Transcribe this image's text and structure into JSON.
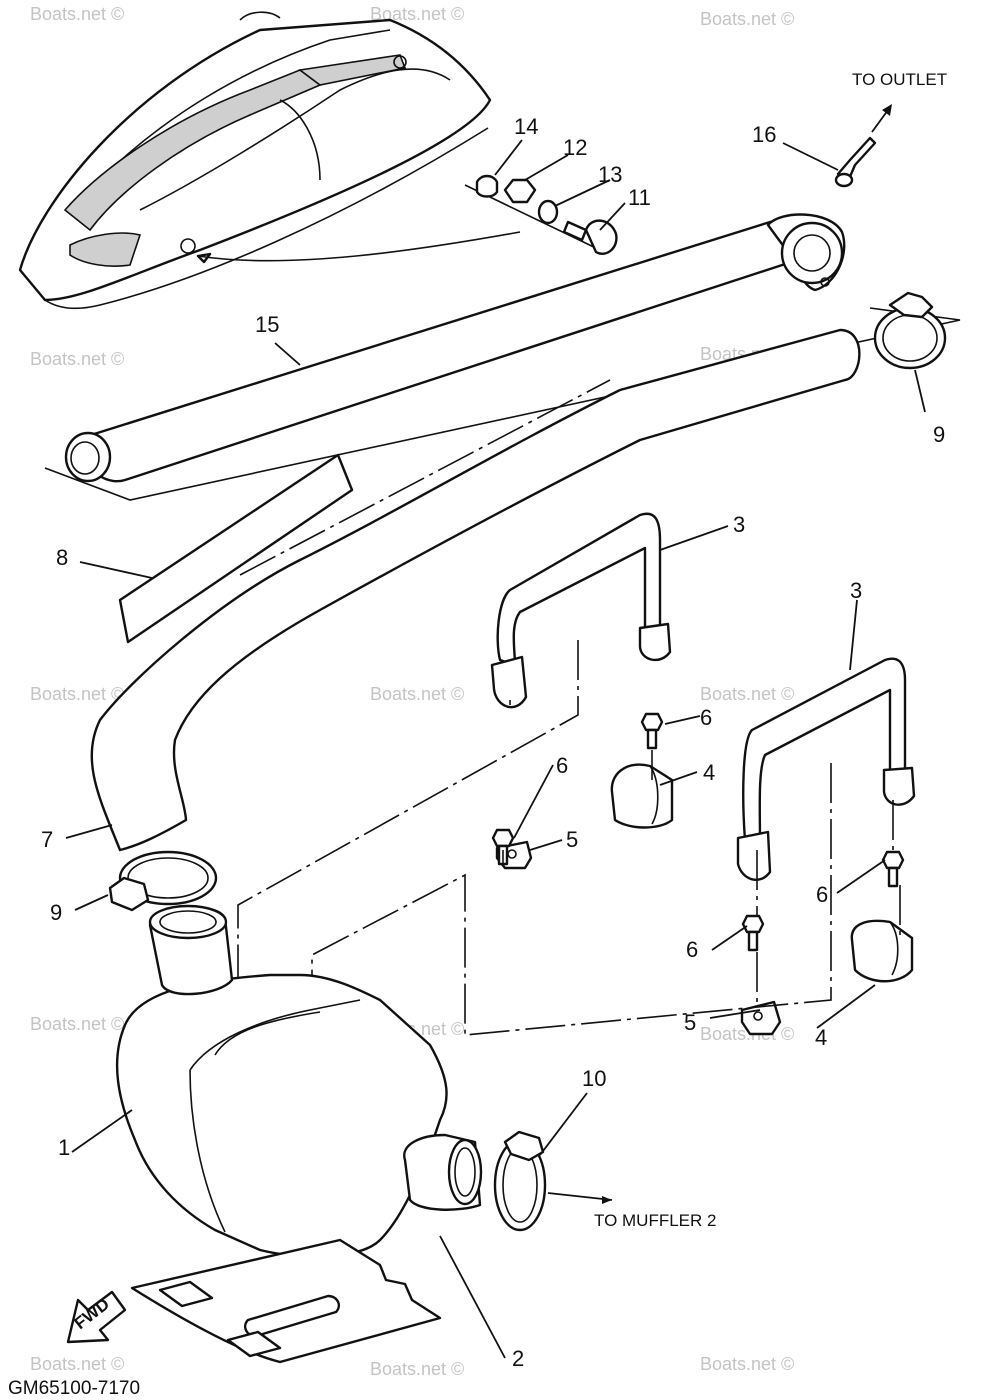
{
  "labels": {
    "to_outlet": "TO OUTLET",
    "to_muffler_2": "TO MUFFLER 2",
    "fwd": "FWD",
    "diagram_code": "GM65100-7170"
  },
  "watermarks": {
    "text": "Boats.net ©",
    "center": "Boats.net ©"
  },
  "callouts": {
    "c1": "1",
    "c2": "2",
    "c3a": "3",
    "c3b": "3",
    "c4a": "4",
    "c4b": "4",
    "c5a": "5",
    "c5b": "5",
    "c6a": "6",
    "c6b": "6",
    "c6c": "6",
    "c6d": "6",
    "c7": "7",
    "c8": "8",
    "c9a": "9",
    "c9b": "9",
    "c10": "10",
    "c11": "11",
    "c12": "12",
    "c13": "13",
    "c14": "14",
    "c15": "15",
    "c16": "16"
  }
}
